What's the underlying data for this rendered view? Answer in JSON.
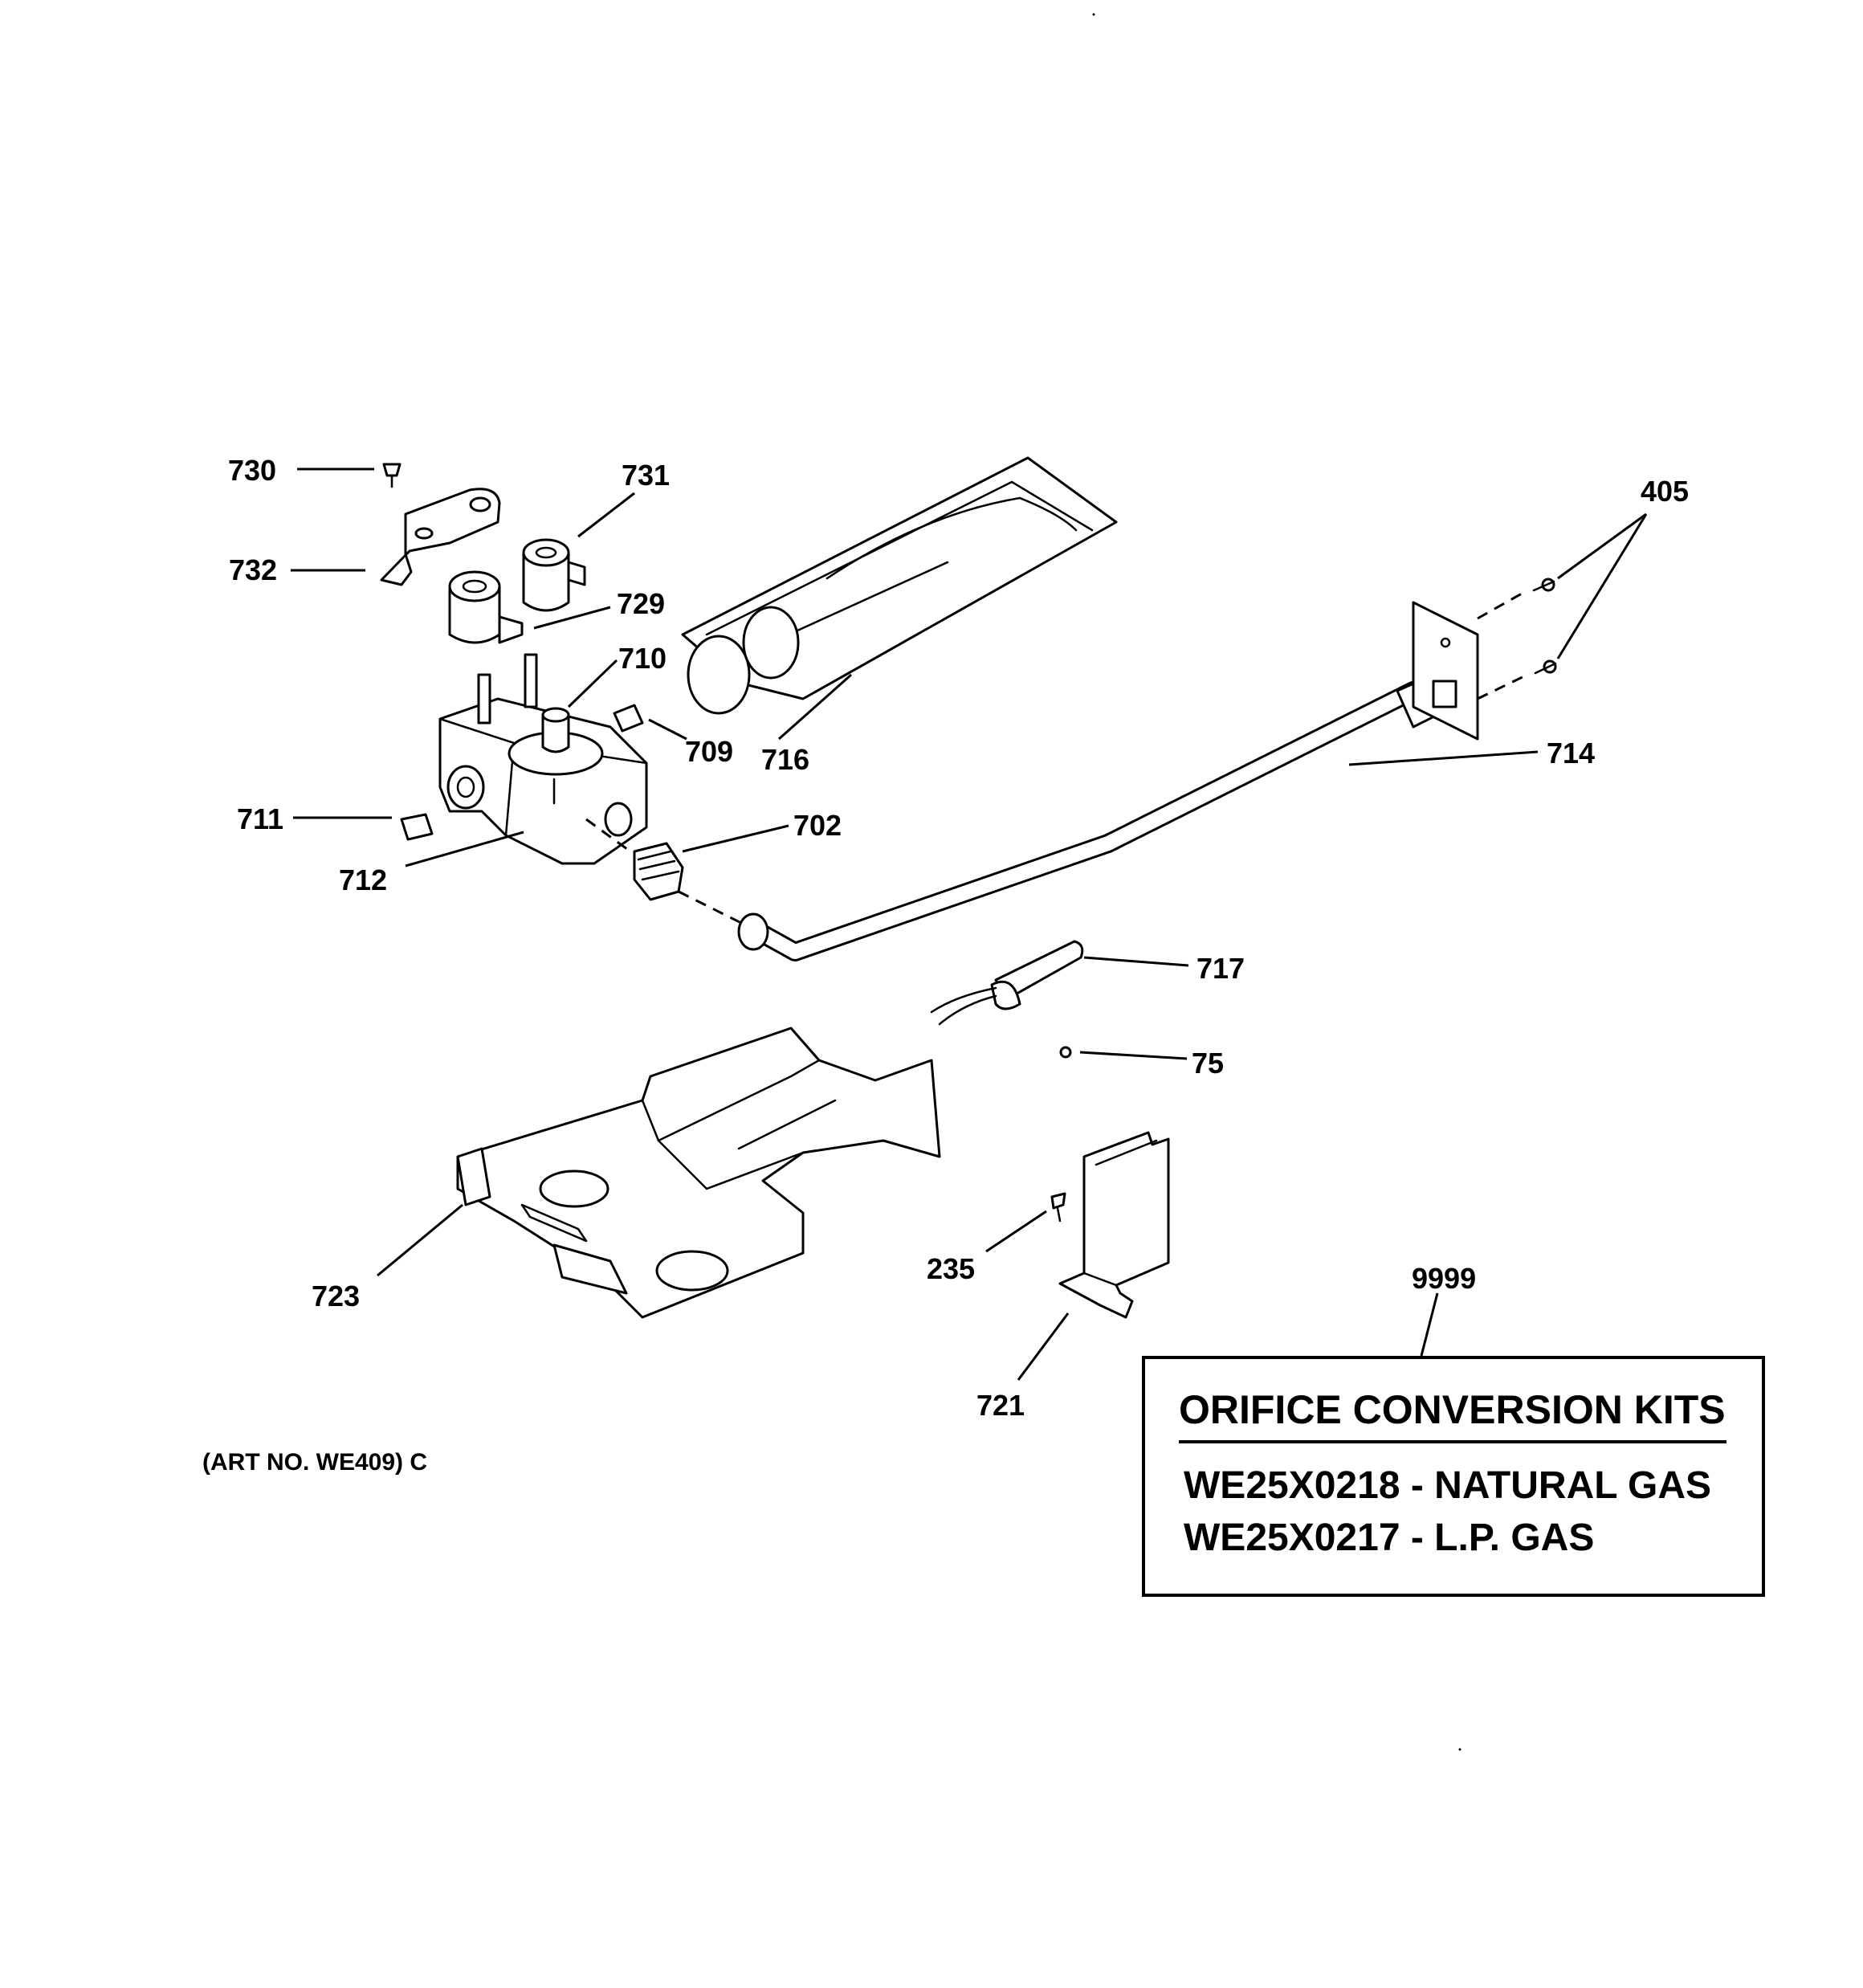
{
  "callouts": {
    "c730": "730",
    "c731": "731",
    "c732": "732",
    "c729": "729",
    "c710": "710",
    "c709": "709",
    "c716": "716",
    "c405": "405",
    "c714": "714",
    "c711": "711",
    "c712": "712",
    "c702": "702",
    "c717": "717",
    "c75": "75",
    "c235": "235",
    "c723": "723",
    "c721": "721",
    "c9999": "9999"
  },
  "art_number": "(ART NO. WE409) C",
  "kit_box": {
    "title": "ORIFICE CONVERSION KITS",
    "lines": [
      "WE25X0218 - NATURAL GAS",
      "WE25X0217 - L.P. GAS"
    ]
  }
}
